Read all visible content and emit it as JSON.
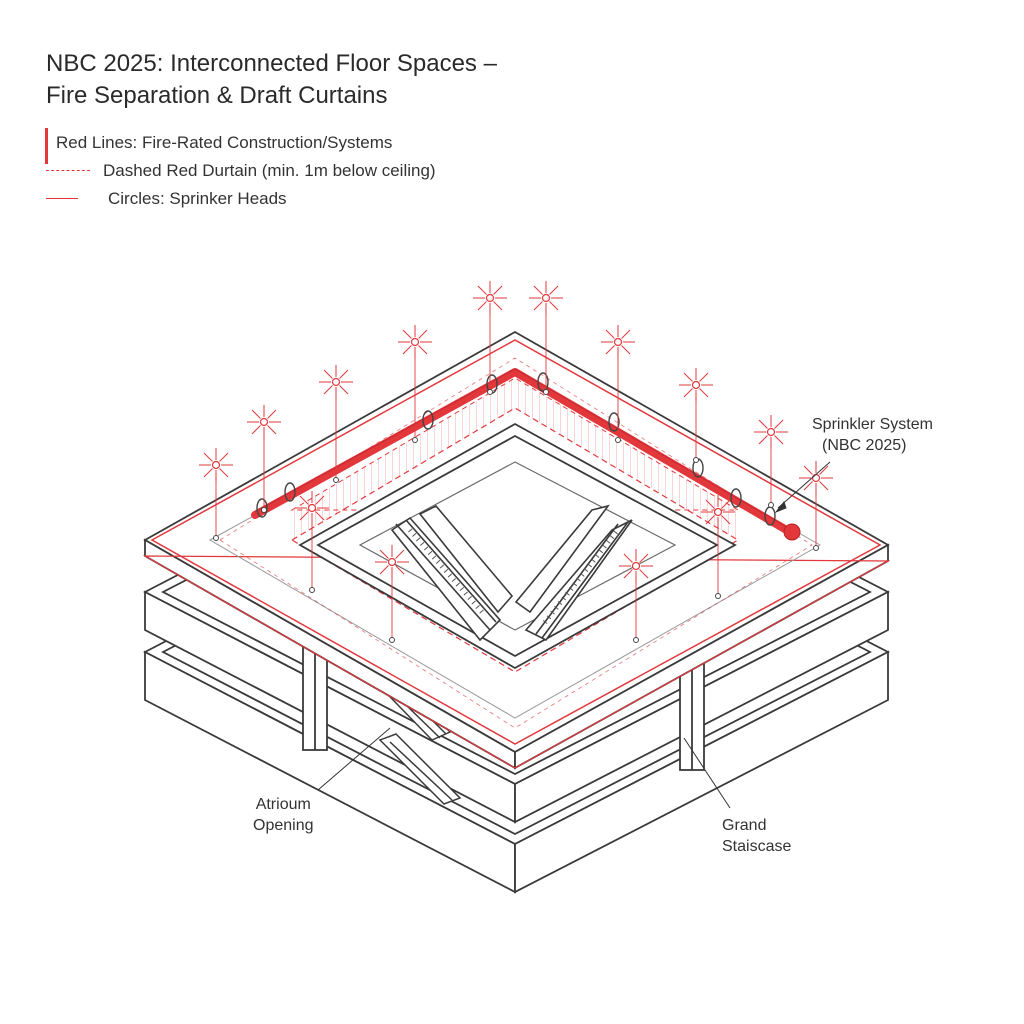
{
  "title": {
    "line1": "NBC 2025: Interconnected Floor Spaces –",
    "line2": "Fire Separation & Draft Curtains"
  },
  "legend": [
    {
      "swatch": "solid",
      "label": "Red Lines: Fire-Rated Construction/Systems"
    },
    {
      "swatch": "dashed",
      "label": "Dashed Red Durtain (min. 1m below ceiling)"
    },
    {
      "swatch": "line",
      "label": "Circles: Sprinker Heads"
    }
  ],
  "callouts": {
    "sprinkler_line1": "Sprinkler System",
    "sprinkler_line2": "(NBC 2025)",
    "atrium_line1": "Atrioum",
    "atrium_line2": "Opening",
    "stair_line1": "Grand",
    "stair_line2": "Staiscase"
  },
  "colors": {
    "fire_red": "#e2383c",
    "structure": "#3a3a3a",
    "background": "#ffffff"
  },
  "icons": [
    "sprinkler-head-icon",
    "pipe-hanger-icon"
  ]
}
